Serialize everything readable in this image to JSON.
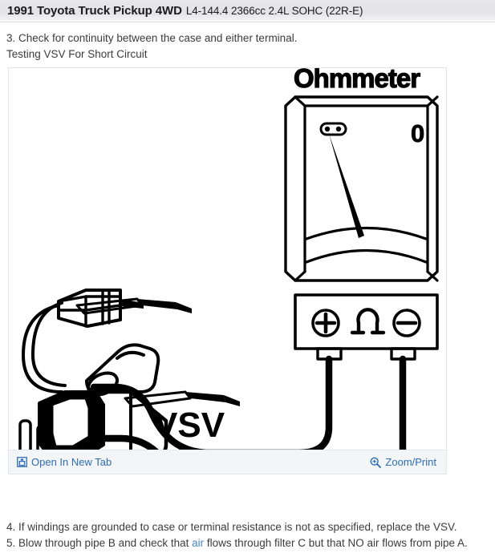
{
  "header": {
    "vehicle_title": "1991 Toyota Truck Pickup 4WD",
    "engine_spec": "L4-144.4 2366cc 2.4L SOHC (22R-E)"
  },
  "steps_above": [
    "3. Check for continuity between the case and either terminal.",
    "Testing VSV For Short Circuit"
  ],
  "figure": {
    "caption": "Testing VSV For Short Circuit",
    "labels": {
      "ohmmeter": "Ohmmeter",
      "vsv": "VSV",
      "zero_mark": "0",
      "ohm_symbol": "Ω",
      "plus_terminal": "+",
      "minus_terminal": "−"
    },
    "footer": {
      "open_in_new_tab": "Open In New Tab",
      "open_in_new_tab_icon": "external-window-icon",
      "zoom_print": "Zoom/Print",
      "zoom_print_icon": "magnifier-plus-icon",
      "link_color": "#2b6cb4"
    }
  },
  "steps_below": [
    {
      "pre": "4. If windings are grounded to case or terminal resistance is not as specified, replace the VSV.",
      "kw": "",
      "post": ""
    },
    {
      "pre": "5. Blow through pipe B and check that ",
      "kw": "air",
      "post": " flows through filter C but that NO air flows from pipe A."
    }
  ]
}
